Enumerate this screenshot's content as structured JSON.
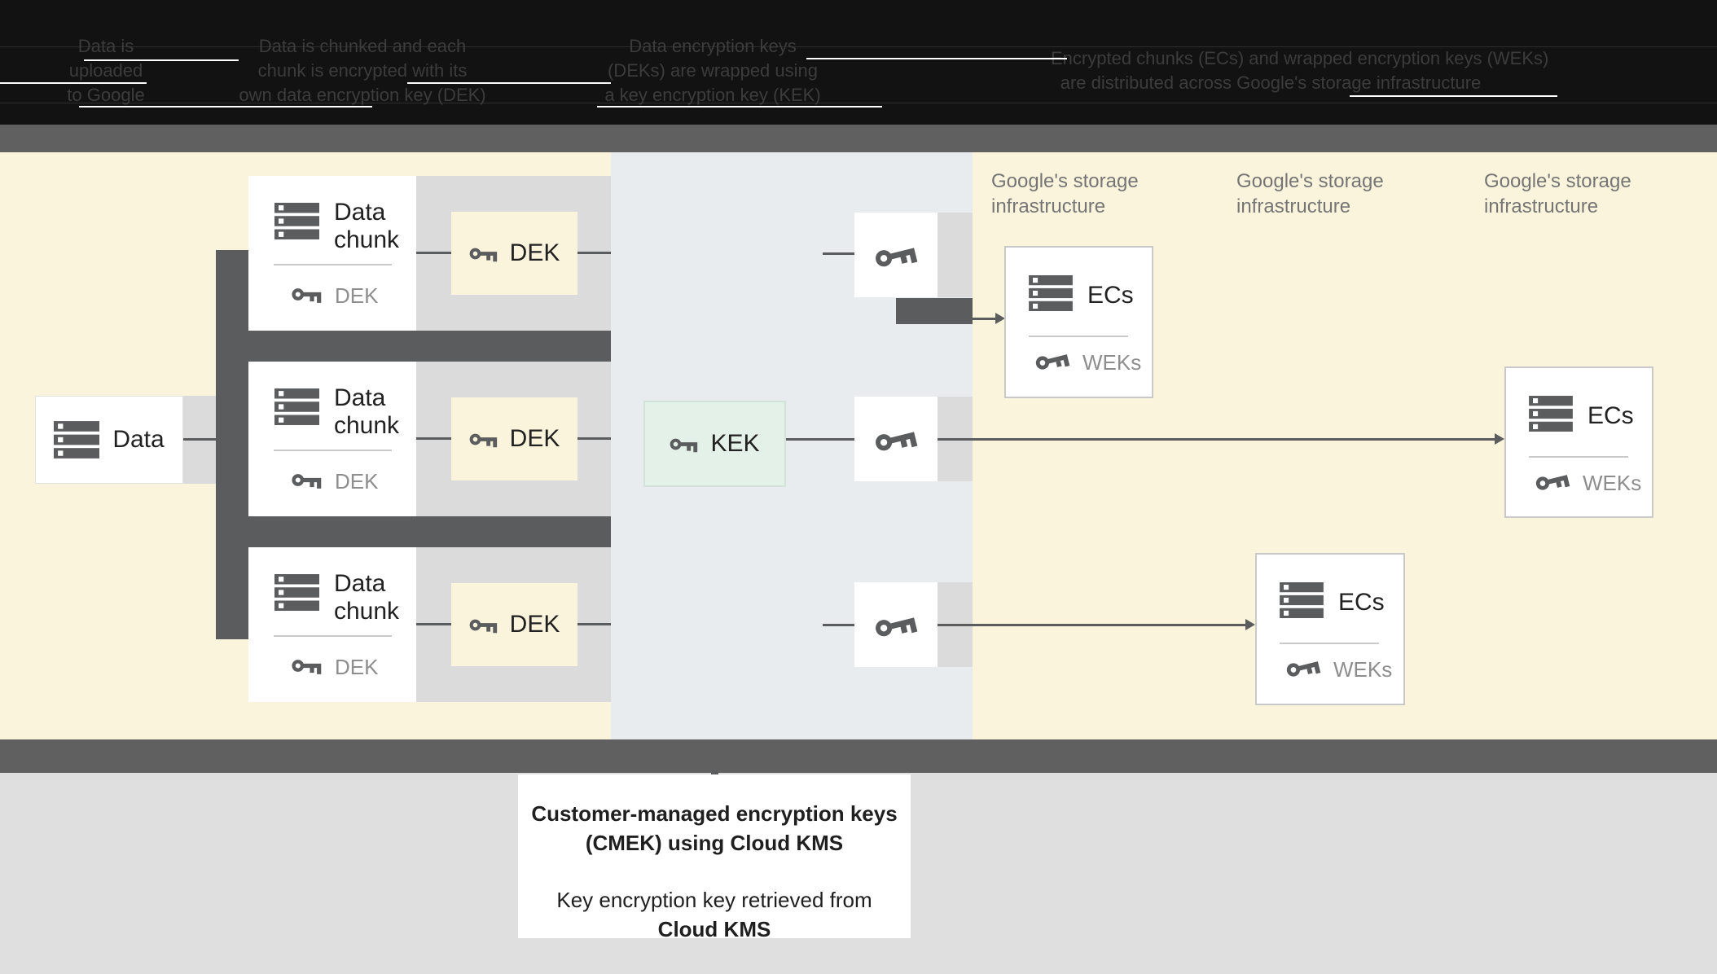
{
  "legend": {
    "steps": [
      {
        "lines": [
          "Data is",
          "uploaded",
          "to Google"
        ]
      },
      {
        "lines": [
          "Data is chunked and each",
          "chunk is encrypted with its",
          "own data encryption key (DEK)"
        ]
      },
      {
        "lines": [
          "Data encryption keys",
          "(DEKs) are wrapped using",
          "a key encryption key (KEK)"
        ]
      },
      {
        "lines": [
          "Encrypted chunks (ECs) and wrapped encryption keys (WEKs)",
          "are distributed across Google's storage infrastructure"
        ]
      }
    ]
  },
  "diagram": {
    "data_box": {
      "label": "Data"
    },
    "chunk_box": {
      "title_line1": "Data",
      "title_line2": "chunk",
      "sub_label": "DEK"
    },
    "dek_label": "DEK",
    "kek_label": "KEK",
    "storage_label_line1": "Google's storage",
    "storage_label_line2": "infrastructure",
    "ecs_box": {
      "title": "ECs",
      "sub_label": "WEKs"
    }
  },
  "footer": {
    "title_line1": "Customer-managed encryption keys",
    "title_line2": "(CMEK) using Cloud KMS",
    "body_line1": "Key encryption key retrieved from",
    "body_line2": "Cloud KMS"
  },
  "colors": {
    "cream_panel": "#fbf4dc",
    "kms_band": "#e8ecee",
    "dark_gray": "#5b5c5d",
    "light_gray_band": "#dbdbdb",
    "kek_fill": "#e4f1e8",
    "footer_bg": "#dfdfdf",
    "legend_bg": "#121212"
  }
}
